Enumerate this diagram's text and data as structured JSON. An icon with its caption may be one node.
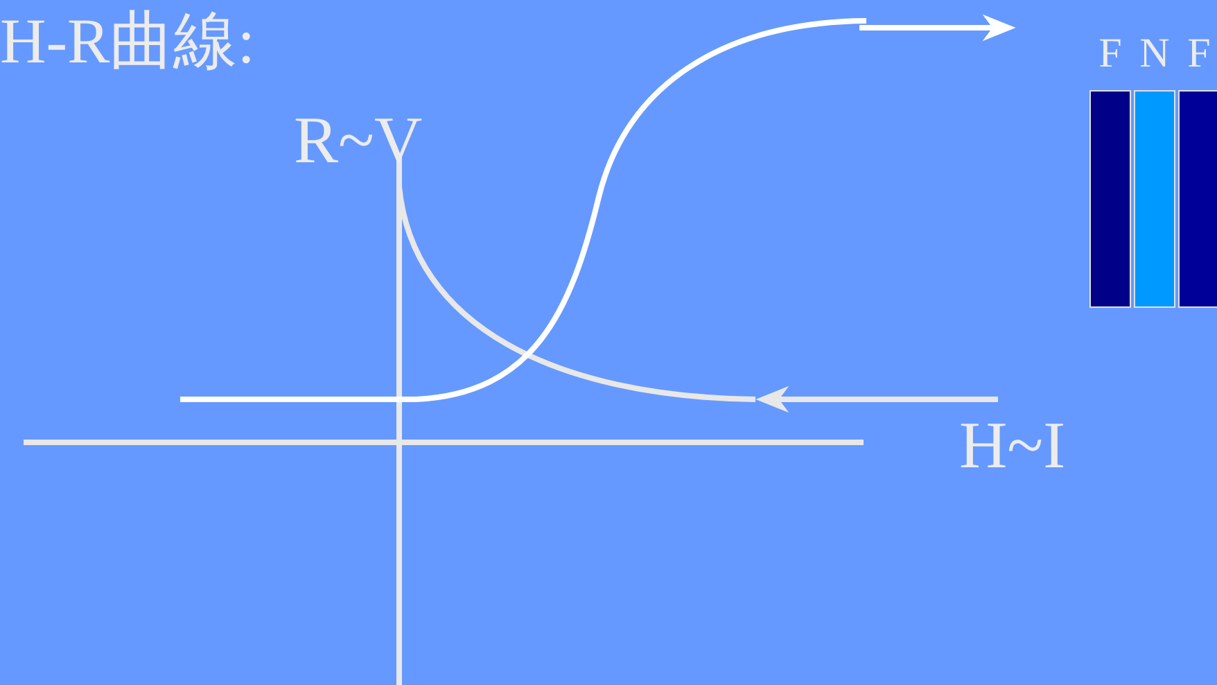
{
  "diagram": {
    "title": "H-R曲線:",
    "nodes": [
      {
        "text": [
          "F"
        ]
      },
      {
        "text": [
          "N"
        ]
      },
      {
        "text": [
          "F"
        ]
      }
    ],
    "labels": [
      "R~V",
      "H~I"
    ]
  }
}
